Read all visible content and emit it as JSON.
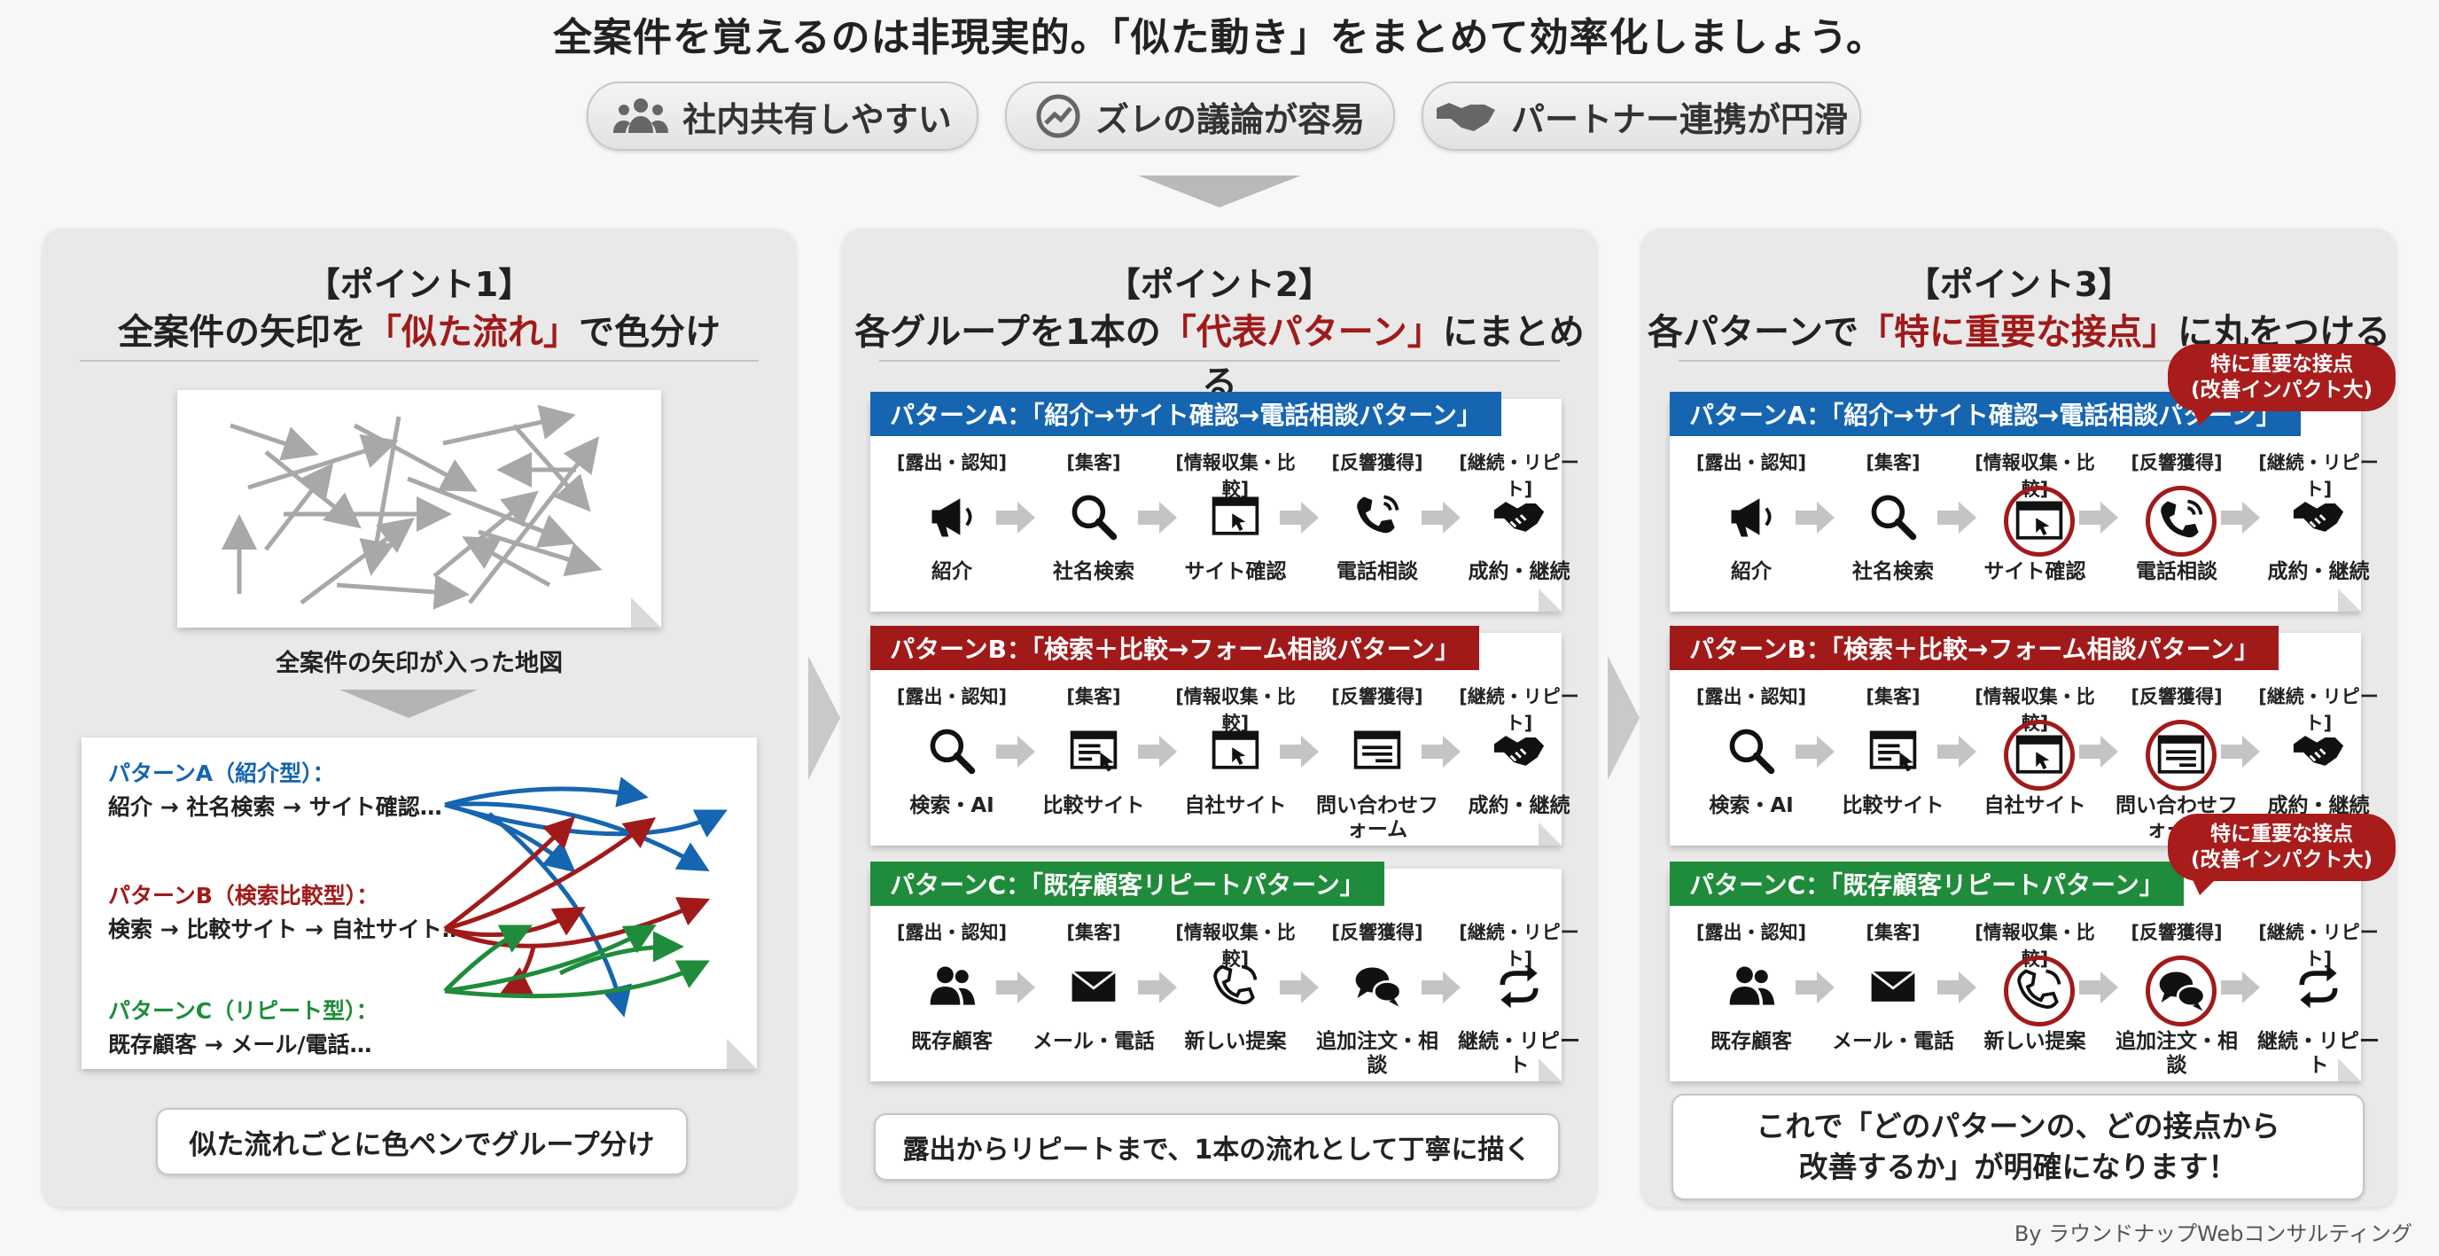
{
  "headline": "全案件を覚えるのは非現実的。「似た動き」をまとめて効率化しましょう。",
  "benefits": [
    {
      "label": "社内共有しやすい",
      "icon": "people-icon"
    },
    {
      "label": "ズレの議論が容易",
      "icon": "trend-chart-icon"
    },
    {
      "label": "パートナー連携が円滑",
      "icon": "handshake-icon"
    }
  ],
  "colors": {
    "red": "#a11a1a",
    "blue": "#1565b0",
    "green": "#1e8c3a",
    "gray_arrow": "#a8a8a8"
  },
  "panel1": {
    "point": "【ポイント1】",
    "title_pre": "全案件の矢印を",
    "title_em": "「似た流れ」",
    "title_post": "で色分け",
    "map_caption": "全案件の矢印が入った地図",
    "pattern_a_name": "パターンA（紹介型）：",
    "pattern_a_flow": "紹介 → 社名検索 → サイト確認…",
    "pattern_b_name": "パターンB（検索比較型）：",
    "pattern_b_flow": "検索 → 比較サイト → 自社サイト…",
    "pattern_c_name": "パターンC（リピート型）：",
    "pattern_c_flow": "既存顧客 → メール/電話…",
    "callout": "似た流れごとに色ペンでグループ分け"
  },
  "panel2": {
    "point": "【ポイント2】",
    "title_pre": "各グループを1本の",
    "title_em": "「代表パターン」",
    "title_post": "にまとめる",
    "callout": "露出からリピートまで、1本の流れとして丁寧に描く"
  },
  "panel3": {
    "point": "【ポイント3】",
    "title_pre": "各パターンで",
    "title_em": "「特に重要な接点」",
    "title_post": "に丸をつける",
    "bubble_line1": "特に重要な接点",
    "bubble_line2": "(改善インパクト大)",
    "callout_line1": "これで「どのパターンの、どの接点から",
    "callout_line2": "改善するか」が明確になります！"
  },
  "stages": [
    "[露出・認知]",
    "[集客]",
    "[情報収集・比較]",
    "[反響獲得]",
    "[継続・リピート]"
  ],
  "patterns": [
    {
      "tag": "パターンA：「紹介→サイト確認→電話相談パターン」",
      "color": "#1565b0",
      "steps": [
        {
          "label": "紹介",
          "icon": "megaphone-icon"
        },
        {
          "label": "社名検索",
          "icon": "search-icon"
        },
        {
          "label": "サイト確認",
          "icon": "browser-cursor-icon"
        },
        {
          "label": "電話相談",
          "icon": "phone-icon"
        },
        {
          "label": "成約・継続",
          "icon": "handshake-icon"
        }
      ]
    },
    {
      "tag": "パターンB：「検索＋比較→フォーム相談パターン」",
      "color": "#a11a1a",
      "steps": [
        {
          "label": "検索・AI",
          "icon": "search-icon"
        },
        {
          "label": "比較サイト",
          "icon": "compare-list-icon"
        },
        {
          "label": "自社サイト",
          "icon": "browser-cursor-icon"
        },
        {
          "label": "問い合わせフォーム",
          "icon": "form-icon"
        },
        {
          "label": "成約・継続",
          "icon": "handshake-icon"
        }
      ]
    },
    {
      "tag": "パターンC：「既存顧客リピートパターン」",
      "color": "#1e8c3a",
      "steps": [
        {
          "label": "既存顧客",
          "icon": "customers-icon"
        },
        {
          "label": "メール・電話",
          "icon": "mail-icon"
        },
        {
          "label": "新しい提案",
          "icon": "phone-handset-icon"
        },
        {
          "label": "追加注文・相談",
          "icon": "chat-bubbles-icon"
        },
        {
          "label": "継続・リピート",
          "icon": "repeat-icon"
        }
      ]
    }
  ],
  "p3_steps": {
    "a": [
      "紹介",
      "社名検索",
      "サイト確認",
      "電話相談",
      "成約・継続"
    ],
    "b": [
      "検索・AI",
      "比較サイト",
      "自社サイト",
      "問い合わせフォーム",
      "成約・継続"
    ],
    "c": [
      "既存顧客",
      "メール・電話",
      "新しい提案",
      "追加注文・相談",
      "継続・リピート"
    ]
  },
  "credit": "By ラウンドナップWebコンサルティング"
}
